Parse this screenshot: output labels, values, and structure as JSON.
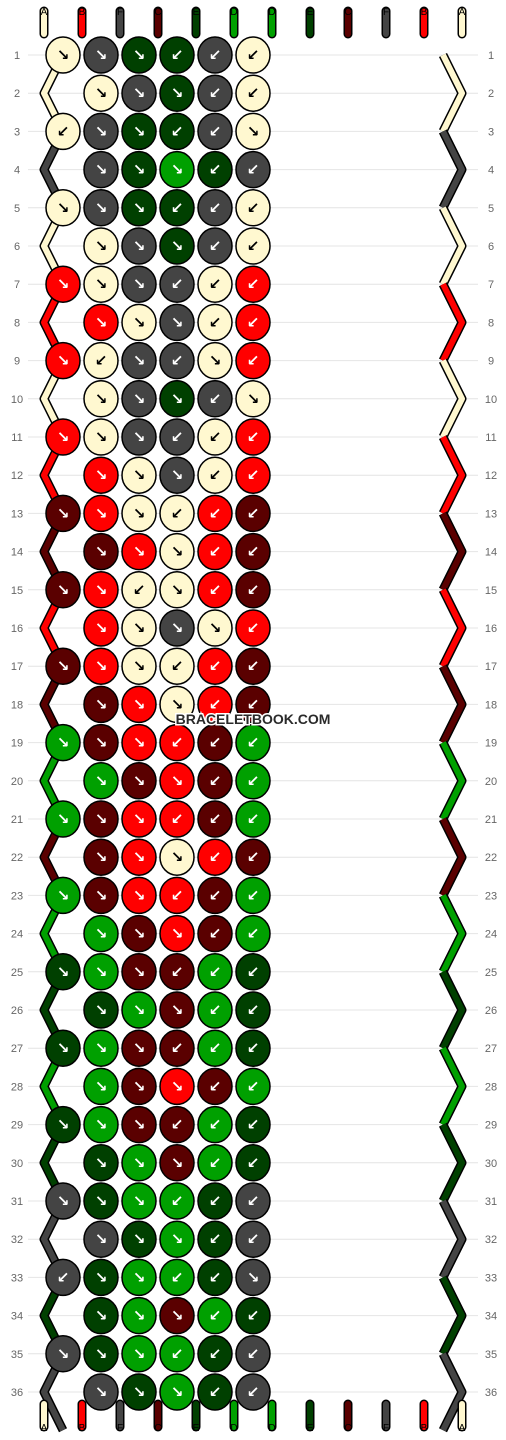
{
  "watermark": "BRACELETBOOK.COM",
  "colors": {
    "A": "#fff8d0",
    "B": "#ff0000",
    "C": "#5a0000",
    "D": "#00a000",
    "E": "#004000",
    "F": "#444444"
  },
  "arrows": {
    "se": "↘",
    "sw": "↙"
  },
  "strands_top": [
    "A",
    "B",
    "F",
    "C",
    "E",
    "D",
    "D",
    "E",
    "C",
    "F",
    "B",
    "A"
  ],
  "strands_bottom": [
    "A",
    "B",
    "F",
    "C",
    "E",
    "D",
    "D",
    "E",
    "C",
    "F",
    "B",
    "A"
  ],
  "rows": [
    {
      "label": "1",
      "knots": [
        {
          "c": "A",
          "d": "se"
        },
        {
          "c": "F",
          "d": "se"
        },
        {
          "c": "E",
          "d": "se"
        },
        {
          "c": "E",
          "d": "sw"
        },
        {
          "c": "F",
          "d": "sw"
        },
        {
          "c": "A",
          "d": "sw"
        }
      ]
    },
    {
      "label": "2",
      "knots": [
        {
          "c": "A",
          "d": "se"
        },
        {
          "c": "F",
          "d": "se"
        },
        {
          "c": "E",
          "d": "se"
        },
        {
          "c": "F",
          "d": "sw"
        },
        {
          "c": "A",
          "d": "sw"
        }
      ]
    },
    {
      "label": "3",
      "knots": [
        {
          "c": "A",
          "d": "sw"
        },
        {
          "c": "F",
          "d": "se"
        },
        {
          "c": "E",
          "d": "se"
        },
        {
          "c": "E",
          "d": "sw"
        },
        {
          "c": "F",
          "d": "sw"
        },
        {
          "c": "A",
          "d": "se"
        }
      ]
    },
    {
      "label": "4",
      "knots": [
        {
          "c": "F",
          "d": "se"
        },
        {
          "c": "E",
          "d": "se"
        },
        {
          "c": "D",
          "d": "se"
        },
        {
          "c": "E",
          "d": "sw"
        },
        {
          "c": "F",
          "d": "sw"
        }
      ]
    },
    {
      "label": "5",
      "knots": [
        {
          "c": "A",
          "d": "se"
        },
        {
          "c": "F",
          "d": "se"
        },
        {
          "c": "E",
          "d": "se"
        },
        {
          "c": "E",
          "d": "sw"
        },
        {
          "c": "F",
          "d": "sw"
        },
        {
          "c": "A",
          "d": "sw"
        }
      ]
    },
    {
      "label": "6",
      "knots": [
        {
          "c": "A",
          "d": "se"
        },
        {
          "c": "F",
          "d": "se"
        },
        {
          "c": "E",
          "d": "se"
        },
        {
          "c": "F",
          "d": "sw"
        },
        {
          "c": "A",
          "d": "sw"
        }
      ]
    },
    {
      "label": "7",
      "knots": [
        {
          "c": "B",
          "d": "se"
        },
        {
          "c": "A",
          "d": "se"
        },
        {
          "c": "F",
          "d": "se"
        },
        {
          "c": "F",
          "d": "sw"
        },
        {
          "c": "A",
          "d": "sw"
        },
        {
          "c": "B",
          "d": "sw"
        }
      ]
    },
    {
      "label": "8",
      "knots": [
        {
          "c": "B",
          "d": "se"
        },
        {
          "c": "A",
          "d": "se"
        },
        {
          "c": "F",
          "d": "se"
        },
        {
          "c": "A",
          "d": "sw"
        },
        {
          "c": "B",
          "d": "sw"
        }
      ]
    },
    {
      "label": "9",
      "knots": [
        {
          "c": "B",
          "d": "se"
        },
        {
          "c": "A",
          "d": "sw"
        },
        {
          "c": "F",
          "d": "se"
        },
        {
          "c": "F",
          "d": "sw"
        },
        {
          "c": "A",
          "d": "se"
        },
        {
          "c": "B",
          "d": "sw"
        }
      ]
    },
    {
      "label": "10",
      "knots": [
        {
          "c": "A",
          "d": "se"
        },
        {
          "c": "F",
          "d": "se"
        },
        {
          "c": "E",
          "d": "se"
        },
        {
          "c": "F",
          "d": "sw"
        },
        {
          "c": "A",
          "d": "se"
        }
      ]
    },
    {
      "label": "11",
      "knots": [
        {
          "c": "B",
          "d": "se"
        },
        {
          "c": "A",
          "d": "se"
        },
        {
          "c": "F",
          "d": "se"
        },
        {
          "c": "F",
          "d": "sw"
        },
        {
          "c": "A",
          "d": "sw"
        },
        {
          "c": "B",
          "d": "sw"
        }
      ]
    },
    {
      "label": "12",
      "knots": [
        {
          "c": "B",
          "d": "se"
        },
        {
          "c": "A",
          "d": "se"
        },
        {
          "c": "F",
          "d": "se"
        },
        {
          "c": "A",
          "d": "sw"
        },
        {
          "c": "B",
          "d": "sw"
        }
      ]
    },
    {
      "label": "13",
      "knots": [
        {
          "c": "C",
          "d": "se"
        },
        {
          "c": "B",
          "d": "se"
        },
        {
          "c": "A",
          "d": "se"
        },
        {
          "c": "A",
          "d": "sw"
        },
        {
          "c": "B",
          "d": "sw"
        },
        {
          "c": "C",
          "d": "sw"
        }
      ]
    },
    {
      "label": "14",
      "knots": [
        {
          "c": "C",
          "d": "se"
        },
        {
          "c": "B",
          "d": "se"
        },
        {
          "c": "A",
          "d": "se"
        },
        {
          "c": "B",
          "d": "sw"
        },
        {
          "c": "C",
          "d": "sw"
        }
      ]
    },
    {
      "label": "15",
      "knots": [
        {
          "c": "C",
          "d": "se"
        },
        {
          "c": "B",
          "d": "se"
        },
        {
          "c": "A",
          "d": "sw"
        },
        {
          "c": "A",
          "d": "se"
        },
        {
          "c": "B",
          "d": "sw"
        },
        {
          "c": "C",
          "d": "sw"
        }
      ]
    },
    {
      "label": "16",
      "knots": [
        {
          "c": "B",
          "d": "se"
        },
        {
          "c": "A",
          "d": "se"
        },
        {
          "c": "F",
          "d": "se"
        },
        {
          "c": "A",
          "d": "se"
        },
        {
          "c": "B",
          "d": "sw"
        }
      ]
    },
    {
      "label": "17",
      "knots": [
        {
          "c": "C",
          "d": "se"
        },
        {
          "c": "B",
          "d": "se"
        },
        {
          "c": "A",
          "d": "se"
        },
        {
          "c": "A",
          "d": "sw"
        },
        {
          "c": "B",
          "d": "sw"
        },
        {
          "c": "C",
          "d": "sw"
        }
      ]
    },
    {
      "label": "18",
      "knots": [
        {
          "c": "C",
          "d": "se"
        },
        {
          "c": "B",
          "d": "se"
        },
        {
          "c": "A",
          "d": "se"
        },
        {
          "c": "B",
          "d": "sw"
        },
        {
          "c": "C",
          "d": "sw"
        }
      ]
    },
    {
      "label": "19",
      "knots": [
        {
          "c": "D",
          "d": "se"
        },
        {
          "c": "C",
          "d": "se"
        },
        {
          "c": "B",
          "d": "se"
        },
        {
          "c": "B",
          "d": "sw"
        },
        {
          "c": "C",
          "d": "sw"
        },
        {
          "c": "D",
          "d": "sw"
        }
      ]
    },
    {
      "label": "20",
      "knots": [
        {
          "c": "D",
          "d": "se"
        },
        {
          "c": "C",
          "d": "se"
        },
        {
          "c": "B",
          "d": "se"
        },
        {
          "c": "C",
          "d": "sw"
        },
        {
          "c": "D",
          "d": "sw"
        }
      ]
    },
    {
      "label": "21",
      "knots": [
        {
          "c": "D",
          "d": "se"
        },
        {
          "c": "C",
          "d": "se"
        },
        {
          "c": "B",
          "d": "se"
        },
        {
          "c": "B",
          "d": "sw"
        },
        {
          "c": "C",
          "d": "sw"
        },
        {
          "c": "D",
          "d": "sw"
        }
      ]
    },
    {
      "label": "22",
      "knots": [
        {
          "c": "C",
          "d": "se"
        },
        {
          "c": "B",
          "d": "se"
        },
        {
          "c": "A",
          "d": "se"
        },
        {
          "c": "B",
          "d": "sw"
        },
        {
          "c": "C",
          "d": "sw"
        }
      ]
    },
    {
      "label": "23",
      "knots": [
        {
          "c": "D",
          "d": "se"
        },
        {
          "c": "C",
          "d": "se"
        },
        {
          "c": "B",
          "d": "se"
        },
        {
          "c": "B",
          "d": "sw"
        },
        {
          "c": "C",
          "d": "sw"
        },
        {
          "c": "D",
          "d": "sw"
        }
      ]
    },
    {
      "label": "24",
      "knots": [
        {
          "c": "D",
          "d": "se"
        },
        {
          "c": "C",
          "d": "se"
        },
        {
          "c": "B",
          "d": "se"
        },
        {
          "c": "C",
          "d": "sw"
        },
        {
          "c": "D",
          "d": "sw"
        }
      ]
    },
    {
      "label": "25",
      "knots": [
        {
          "c": "E",
          "d": "se"
        },
        {
          "c": "D",
          "d": "se"
        },
        {
          "c": "C",
          "d": "se"
        },
        {
          "c": "C",
          "d": "sw"
        },
        {
          "c": "D",
          "d": "sw"
        },
        {
          "c": "E",
          "d": "sw"
        }
      ]
    },
    {
      "label": "26",
      "knots": [
        {
          "c": "E",
          "d": "se"
        },
        {
          "c": "D",
          "d": "se"
        },
        {
          "c": "C",
          "d": "se"
        },
        {
          "c": "D",
          "d": "sw"
        },
        {
          "c": "E",
          "d": "sw"
        }
      ]
    },
    {
      "label": "27",
      "knots": [
        {
          "c": "E",
          "d": "se"
        },
        {
          "c": "D",
          "d": "se"
        },
        {
          "c": "C",
          "d": "se"
        },
        {
          "c": "C",
          "d": "sw"
        },
        {
          "c": "D",
          "d": "sw"
        },
        {
          "c": "E",
          "d": "sw"
        }
      ]
    },
    {
      "label": "28",
      "knots": [
        {
          "c": "D",
          "d": "se"
        },
        {
          "c": "C",
          "d": "se"
        },
        {
          "c": "B",
          "d": "se"
        },
        {
          "c": "C",
          "d": "sw"
        },
        {
          "c": "D",
          "d": "sw"
        }
      ]
    },
    {
      "label": "29",
      "knots": [
        {
          "c": "E",
          "d": "se"
        },
        {
          "c": "D",
          "d": "se"
        },
        {
          "c": "C",
          "d": "se"
        },
        {
          "c": "C",
          "d": "sw"
        },
        {
          "c": "D",
          "d": "sw"
        },
        {
          "c": "E",
          "d": "sw"
        }
      ]
    },
    {
      "label": "30",
      "knots": [
        {
          "c": "E",
          "d": "se"
        },
        {
          "c": "D",
          "d": "se"
        },
        {
          "c": "C",
          "d": "se"
        },
        {
          "c": "D",
          "d": "sw"
        },
        {
          "c": "E",
          "d": "sw"
        }
      ]
    },
    {
      "label": "31",
      "knots": [
        {
          "c": "F",
          "d": "se"
        },
        {
          "c": "E",
          "d": "se"
        },
        {
          "c": "D",
          "d": "se"
        },
        {
          "c": "D",
          "d": "sw"
        },
        {
          "c": "E",
          "d": "sw"
        },
        {
          "c": "F",
          "d": "sw"
        }
      ]
    },
    {
      "label": "32",
      "knots": [
        {
          "c": "F",
          "d": "se"
        },
        {
          "c": "E",
          "d": "se"
        },
        {
          "c": "D",
          "d": "se"
        },
        {
          "c": "E",
          "d": "sw"
        },
        {
          "c": "F",
          "d": "sw"
        }
      ]
    },
    {
      "label": "33",
      "knots": [
        {
          "c": "F",
          "d": "sw"
        },
        {
          "c": "E",
          "d": "se"
        },
        {
          "c": "D",
          "d": "se"
        },
        {
          "c": "D",
          "d": "sw"
        },
        {
          "c": "E",
          "d": "sw"
        },
        {
          "c": "F",
          "d": "se"
        }
      ]
    },
    {
      "label": "34",
      "knots": [
        {
          "c": "E",
          "d": "se"
        },
        {
          "c": "D",
          "d": "se"
        },
        {
          "c": "C",
          "d": "se"
        },
        {
          "c": "D",
          "d": "sw"
        },
        {
          "c": "E",
          "d": "sw"
        }
      ]
    },
    {
      "label": "35",
      "knots": [
        {
          "c": "F",
          "d": "se"
        },
        {
          "c": "E",
          "d": "se"
        },
        {
          "c": "D",
          "d": "se"
        },
        {
          "c": "D",
          "d": "sw"
        },
        {
          "c": "E",
          "d": "sw"
        },
        {
          "c": "F",
          "d": "sw"
        }
      ]
    },
    {
      "label": "36",
      "knots": [
        {
          "c": "F",
          "d": "se"
        },
        {
          "c": "E",
          "d": "se"
        },
        {
          "c": "D",
          "d": "se"
        },
        {
          "c": "E",
          "d": "sw"
        },
        {
          "c": "F",
          "d": "sw"
        }
      ]
    }
  ]
}
